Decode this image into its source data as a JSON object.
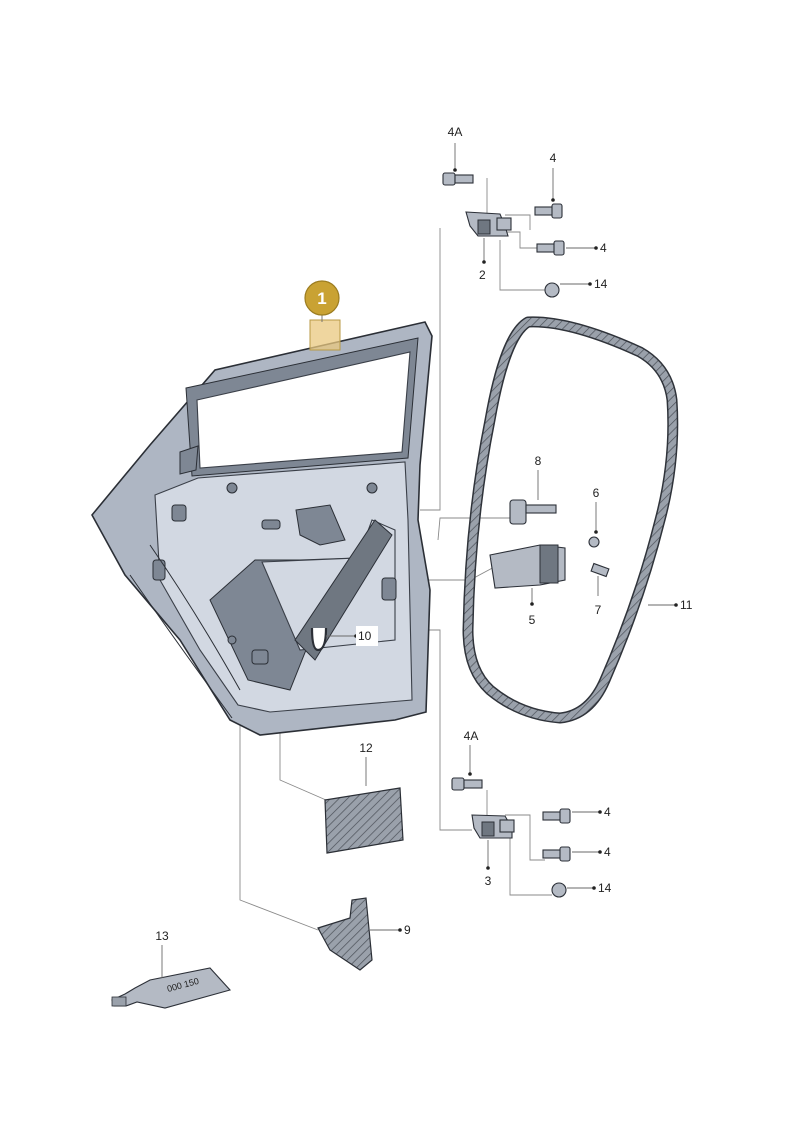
{
  "badge": {
    "number": "1",
    "color": "#c9a233",
    "highlight": "#e9c87f"
  },
  "labels": {
    "l4A_top": "4A",
    "l4_a": "4",
    "l4_b": "4",
    "l2": "2",
    "l14_top": "14",
    "l8": "8",
    "l6": "6",
    "l5": "5",
    "l7": "7",
    "l11": "11",
    "l10": "10",
    "l12": "12",
    "l4A_bot": "4A",
    "l4_c": "4",
    "l4_d": "4",
    "l3": "3",
    "l14_bot": "14",
    "l9": "9",
    "l13": "13",
    "tube_text": "000 150"
  },
  "colors": {
    "door_metal": "#aeb6c3",
    "outline": "#2b2f36",
    "seal": "#2f333a"
  }
}
